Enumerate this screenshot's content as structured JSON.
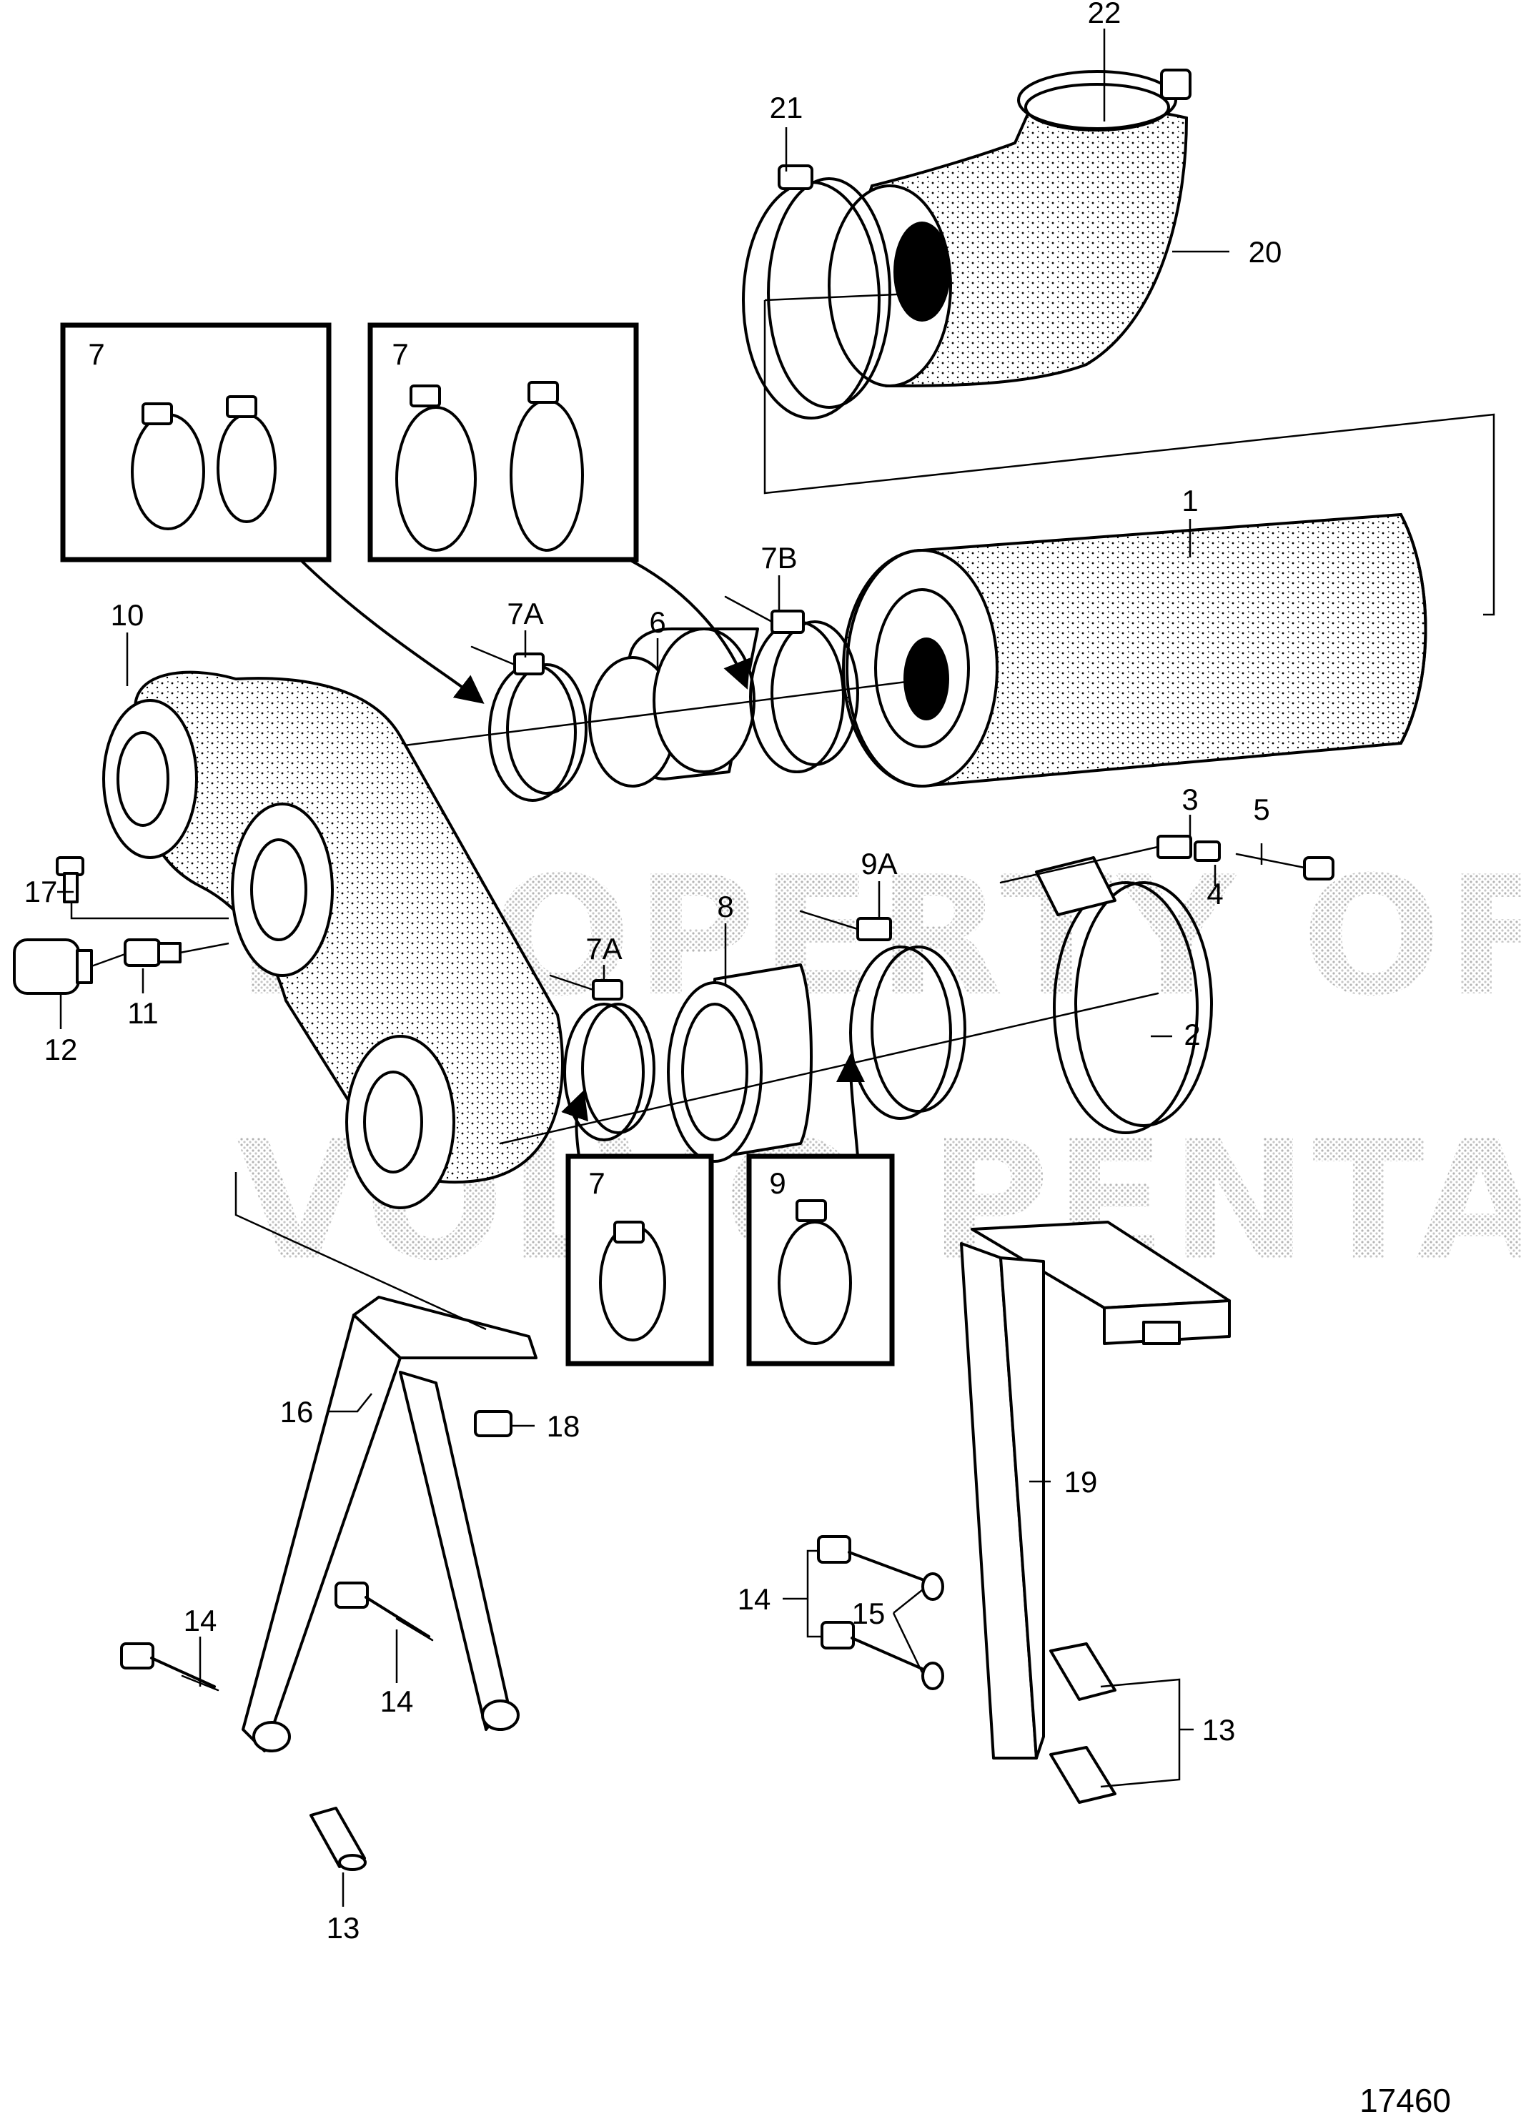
{
  "diagram": {
    "document_number": "17460",
    "watermark": {
      "line1": "PROPERTY OF",
      "line2": "VOLVO PENTA"
    },
    "callouts": [
      {
        "id": "c1",
        "text": "1"
      },
      {
        "id": "c2",
        "text": "2"
      },
      {
        "id": "c3",
        "text": "3"
      },
      {
        "id": "c4",
        "text": "4"
      },
      {
        "id": "c5",
        "text": "5"
      },
      {
        "id": "c6",
        "text": "6"
      },
      {
        "id": "c7a_upper",
        "text": "7A"
      },
      {
        "id": "c7a_lower",
        "text": "7A"
      },
      {
        "id": "c7b",
        "text": "7B"
      },
      {
        "id": "c7_box1",
        "text": "7"
      },
      {
        "id": "c7_box2",
        "text": "7"
      },
      {
        "id": "c7_box3",
        "text": "7"
      },
      {
        "id": "c8",
        "text": "8"
      },
      {
        "id": "c9",
        "text": "9"
      },
      {
        "id": "c9a",
        "text": "9A"
      },
      {
        "id": "c10",
        "text": "10"
      },
      {
        "id": "c11",
        "text": "11"
      },
      {
        "id": "c12",
        "text": "12"
      },
      {
        "id": "c13_left",
        "text": "13"
      },
      {
        "id": "c13_right",
        "text": "13"
      },
      {
        "id": "c14_a",
        "text": "14"
      },
      {
        "id": "c14_b",
        "text": "14"
      },
      {
        "id": "c14_c",
        "text": "14"
      },
      {
        "id": "c15",
        "text": "15"
      },
      {
        "id": "c16",
        "text": "16"
      },
      {
        "id": "c17",
        "text": "17"
      },
      {
        "id": "c18",
        "text": "18"
      },
      {
        "id": "c19",
        "text": "19"
      },
      {
        "id": "c20",
        "text": "20"
      },
      {
        "id": "c21",
        "text": "21"
      },
      {
        "id": "c22",
        "text": "22"
      }
    ]
  }
}
